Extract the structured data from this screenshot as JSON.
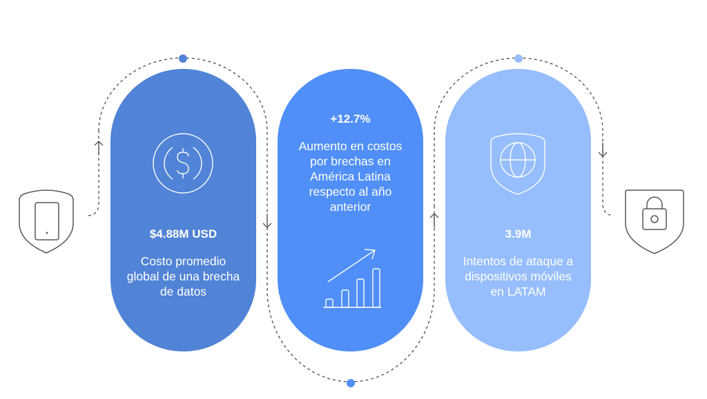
{
  "colors": {
    "pill_1": "#5183d6",
    "pill_2": "#4f8ff7",
    "pill_3": "#96bdfc",
    "dot_1": "#5183d6",
    "dot_2": "#4f8ff7",
    "dot_3": "#96bdfc",
    "dash": "#555555",
    "icon_outline": "#555555"
  },
  "cards": [
    {
      "stat": "$4.88M USD",
      "description_lines": [
        "Costo promedio",
        "global de una brecha",
        "de datos"
      ],
      "icon": "dollar-coin-icon"
    },
    {
      "stat": "+12.7%",
      "description_lines": [
        "Aumento en costos",
        "por brechas en",
        "América Latina",
        "respecto al año",
        "anterior"
      ],
      "icon": "growth-bar-chart-icon"
    },
    {
      "stat": "3.9M",
      "description_lines": [
        "Intentos de ataque a",
        "dispositivos móviles",
        "en LATAM"
      ],
      "icon": "shield-globe-icon"
    }
  ],
  "endpoints": {
    "start_icon": "shield-mobile-icon",
    "end_icon": "shield-lock-icon"
  }
}
